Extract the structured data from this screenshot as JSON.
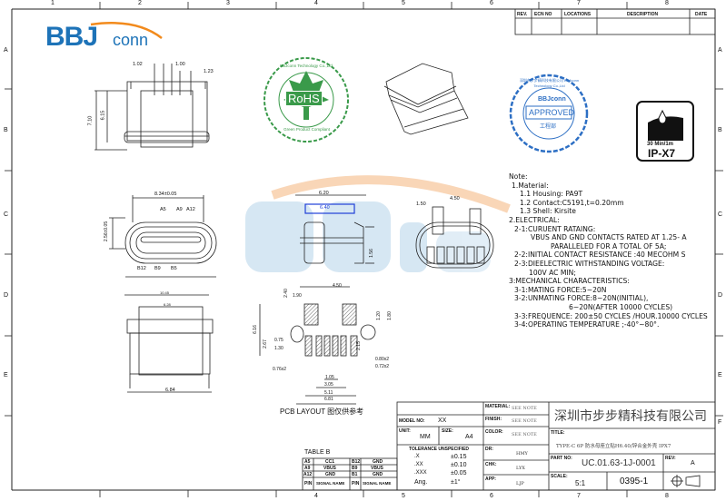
{
  "frame": {
    "columns": [
      "1",
      "2",
      "3",
      "4",
      "5",
      "6",
      "7",
      "8"
    ],
    "rows_left": [
      "A",
      "B",
      "C",
      "D",
      "E"
    ],
    "rows_right": [
      "A",
      "B",
      "C",
      "D",
      "E",
      "F"
    ]
  },
  "logo": {
    "text_bbj": "BBJ",
    "text_conn": "conn",
    "watermark": "BBJconn"
  },
  "revision_table": {
    "headers": [
      "REV.",
      "ECN NO",
      "LOCATIONS",
      "DESCRIPTION",
      "DATE"
    ]
  },
  "rohs_seal": {
    "ring_text": "BBJconn Technology Co.,Ltd",
    "center": "RoHS",
    "bottom_text": "Green Product Compliant",
    "color": "#3a9a4a"
  },
  "approved_stamp": {
    "ring_text": "深圳市步步精科技有限公司 BBJconn Technology Co.,Ltd",
    "logo": "BBJconn",
    "label": "APPROVED",
    "dept": "工程部",
    "color": "#2d6fc4"
  },
  "ipx7_icon": {
    "depth": "30 Min/1m",
    "rating": "IP-X7"
  },
  "dimensions": {
    "top_view": [
      "1.02",
      "1.00",
      "1.23",
      "7.10",
      "6.15"
    ],
    "front_view": {
      "width": "8.34±0.05",
      "height": "2.56±0.05",
      "pins_top": [
        "A5",
        "A9",
        "A12"
      ],
      "pins_bottom": [
        "B12",
        "B9",
        "B5"
      ]
    },
    "side_view": {
      "overall": "6.20",
      "highlight": "6.40",
      "height": "1.56"
    },
    "right_view": [
      "1.50",
      "4.50"
    ],
    "bottom_view": {
      "width": "10.45",
      "inner": "6.28",
      "pitch": "6.84"
    },
    "pcb": [
      "2.40",
      "1.90",
      "4.50",
      "1.20",
      "1.80",
      "6.16",
      "2.67",
      "0.75",
      "1.30",
      "2.15",
      "0.80x2",
      "0.72x2",
      "0.76x2",
      "1.05",
      "3.05",
      "5.11",
      "6.81"
    ]
  },
  "pcb_label": "PCB LAYOUT 图仅供参考",
  "notes": [
    "Note:",
    "1.Material:",
    "1.1 Housing: PA9T",
    "1.2 Contact:C5191,t=0.20mm",
    "1.3 Shell: Kirsite",
    "2.ELECTRICAL:",
    "2-1:CURUENT RATAING:",
    "VBUS AND GND CONTACTS RATED AT 1.25- A",
    "PARALLELED FOR A TOTAL OF 5A;",
    "2-2:INITIAL CONTACT RESISTANCE :40 MECOHM S",
    "2-3:DIEELECTRIC WITHSTANDING VOLTAGE:",
    "100V AC MIN;",
    "3:MECHANICAL CHARACTERISTICS:",
    "3-1:MATING FORCE:5~20N",
    "3-2:UNMATING FORCE:8~20N(INITIAL),",
    "6~20N(AFTER 10000 CYCLES)",
    "3-3:FREQUENCE: 200±50 CYCLES /HOUR.10000 CYCLES",
    "3-4:OPERATING TEMPERATURE ;-40°~80°."
  ],
  "table_b": {
    "title": "TABLE B",
    "rows": [
      [
        "A5",
        "CC1",
        "B12",
        "GND"
      ],
      [
        "A9",
        "VBUS",
        "B9",
        "VBUS"
      ],
      [
        "A12",
        "GND",
        "B1",
        "GND"
      ],
      [
        "PIN",
        "SIGNAL NAME",
        "PIN",
        "SIGNAL NAME"
      ]
    ]
  },
  "title_block": {
    "model_label": "MODEL NO:",
    "model": "XX",
    "unit_label": "UNIT:",
    "unit": "MM",
    "size_label": "SIZE:",
    "size": "A4",
    "tolerance_title": "TOLERANCE UNSPECIFIED",
    "tolerances": [
      [
        ".X",
        "±0.15"
      ],
      [
        ".XX",
        "±0.10"
      ],
      [
        ".XXX",
        "±0.05"
      ],
      [
        "Ang.",
        "±1°"
      ]
    ],
    "material_label": "MATERIAL:",
    "material": "SEE NOTE",
    "finish_label": "FINISH:",
    "finish": "SEE NOTE",
    "color_label": "COLOR:",
    "color": "SEE NOTE",
    "dr_label": "DR:",
    "dr": "HMY",
    "chk_label": "CHK:",
    "chk": "LYX",
    "app_label": "APP:",
    "app": "LJP",
    "company": "深圳市步步精科技有限公司",
    "title_label": "TITLE:",
    "title": "TYPE-C 6P 防水母座立贴H6.40/锌合金外壳 IPX7",
    "part_label": "PART NO:",
    "part_no": "UC.01.63-1J-0001",
    "rev_label": "REV:",
    "rev": "A",
    "scale_label": "SCALE:",
    "scale": "5:1",
    "drawing_no": "0395-1"
  }
}
